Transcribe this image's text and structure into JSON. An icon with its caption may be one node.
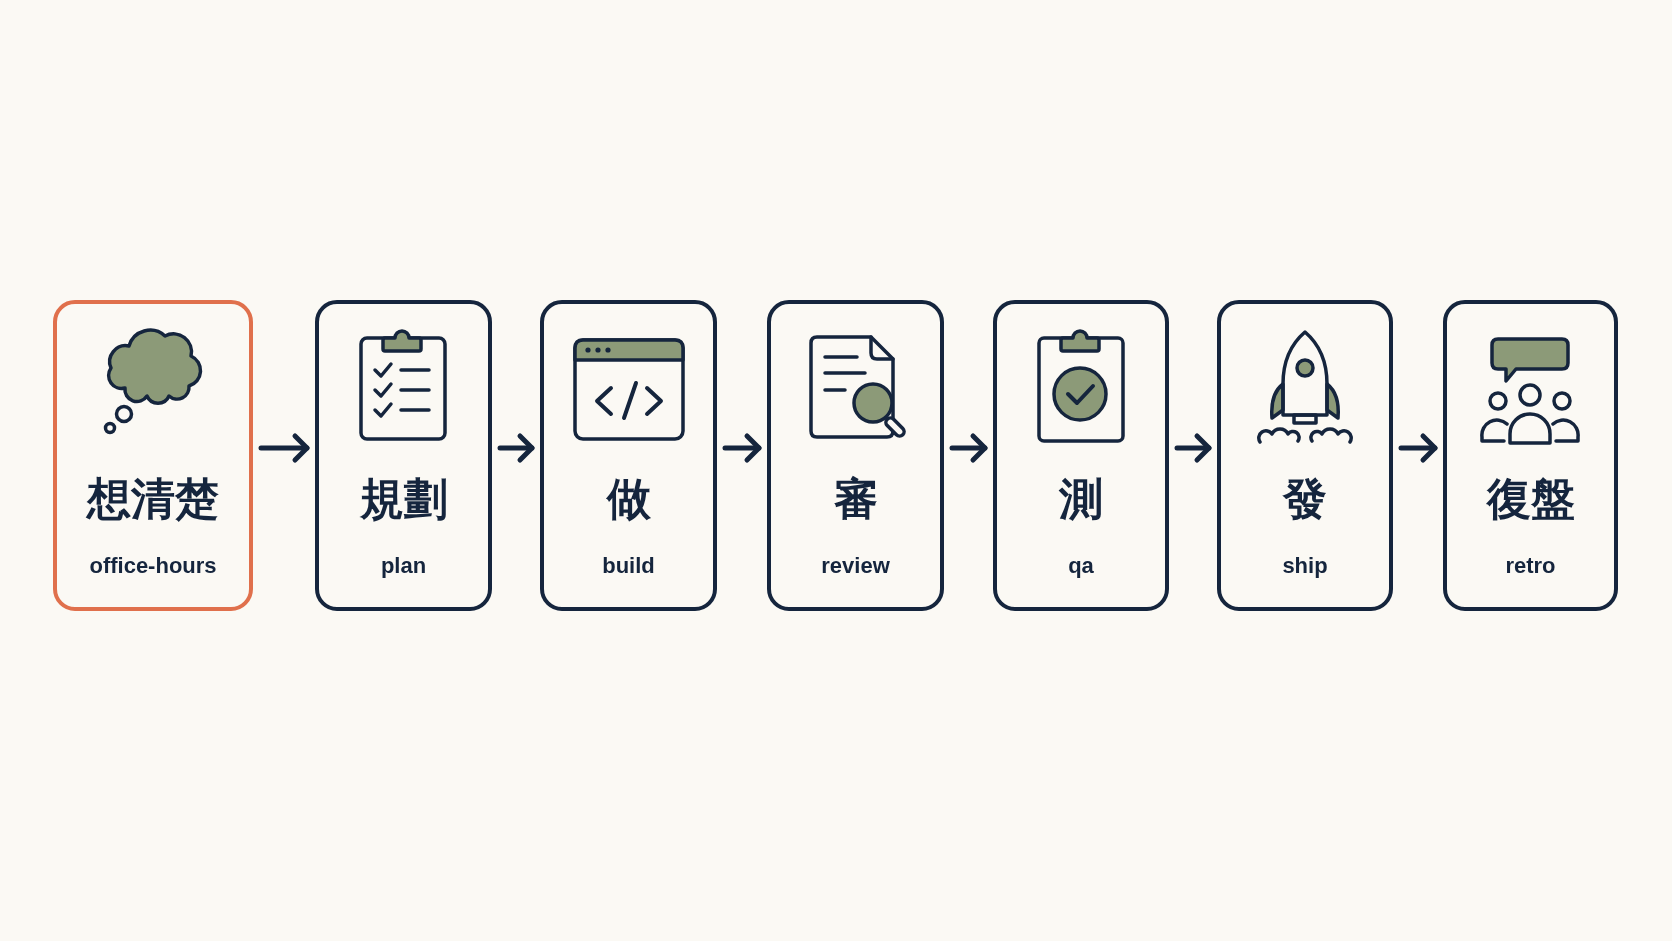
{
  "diagram": {
    "nodes": [
      {
        "text": [
          "想清楚",
          "office-hours"
        ]
      },
      {
        "text": [
          "規劃",
          "plan"
        ]
      },
      {
        "text": [
          "做",
          "build"
        ]
      },
      {
        "text": [
          "審",
          "review"
        ]
      },
      {
        "text": [
          "測",
          "qa"
        ]
      },
      {
        "text": [
          "發",
          "ship"
        ]
      },
      {
        "text": [
          "復盤",
          "retro"
        ]
      }
    ],
    "edges": [
      {
        "from": 0,
        "to": 1,
        "arrow": "to"
      },
      {
        "from": 1,
        "to": 2,
        "arrow": "to"
      },
      {
        "from": 2,
        "to": 3,
        "arrow": "to"
      },
      {
        "from": 3,
        "to": 4,
        "arrow": "to"
      },
      {
        "from": 4,
        "to": 5,
        "arrow": "to"
      },
      {
        "from": 5,
        "to": 6,
        "arrow": "to"
      }
    ]
  }
}
